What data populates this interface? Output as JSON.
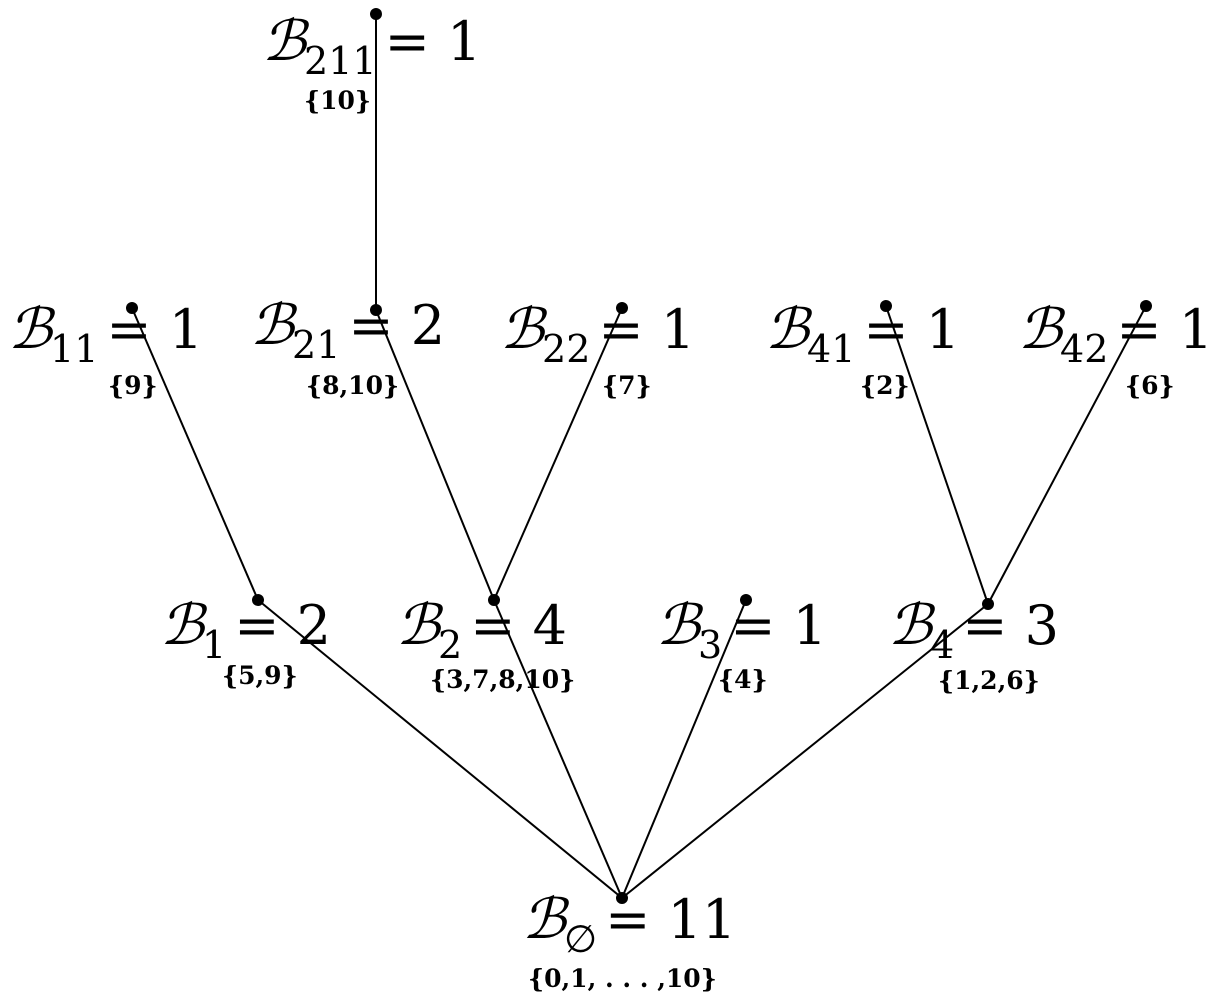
{
  "diagram": {
    "symbol": "ℬ",
    "nodes": [
      {
        "id": "empty",
        "index": "∅",
        "value": "= 11",
        "set": "{0,1, . . . ,10}"
      },
      {
        "id": "1",
        "index": "1",
        "value": "= 2",
        "set": "{5,9}"
      },
      {
        "id": "2",
        "index": "2",
        "value": "= 4",
        "set": "{3,7,8,10}"
      },
      {
        "id": "3",
        "index": "3",
        "value": "= 1",
        "set": "{4}"
      },
      {
        "id": "4",
        "index": "4",
        "value": "= 3",
        "set": "{1,2,6}"
      },
      {
        "id": "11",
        "index": "11",
        "value": "= 1",
        "set": "{9}"
      },
      {
        "id": "21",
        "index": "21",
        "value": "= 2",
        "set": "{8,10}"
      },
      {
        "id": "22",
        "index": "22",
        "value": "= 1",
        "set": "{7}"
      },
      {
        "id": "41",
        "index": "41",
        "value": "= 1",
        "set": "{2}"
      },
      {
        "id": "42",
        "index": "42",
        "value": "= 1",
        "set": "{6}"
      },
      {
        "id": "211",
        "index": "211",
        "value": "= 1",
        "set": "{10}"
      }
    ],
    "edges": [
      [
        "empty",
        "1"
      ],
      [
        "empty",
        "2"
      ],
      [
        "empty",
        "3"
      ],
      [
        "empty",
        "4"
      ],
      [
        "1",
        "11"
      ],
      [
        "2",
        "21"
      ],
      [
        "2",
        "22"
      ],
      [
        "4",
        "41"
      ],
      [
        "4",
        "42"
      ],
      [
        "21",
        "211"
      ]
    ],
    "colors": {
      "line": "#000000",
      "dot": "#000000",
      "text": "#000000"
    }
  }
}
